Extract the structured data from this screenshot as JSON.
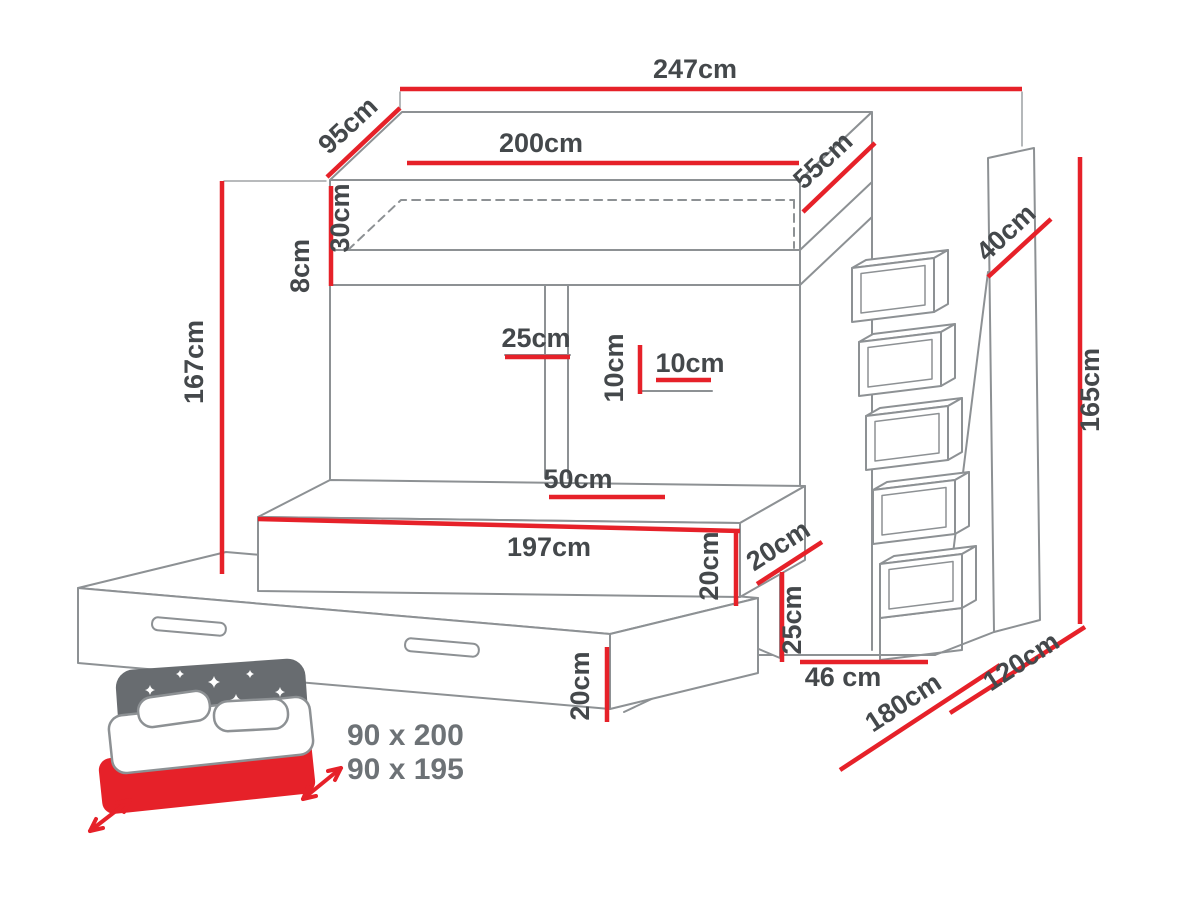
{
  "diagram": {
    "subject": "bunk bed with storage staircase and pull-out trundle bed",
    "type": "dimension-diagram"
  },
  "colors": {
    "dimension_red": "#e62129",
    "outline_gray": "#8d9194",
    "label_gray": "#44484b",
    "icon_gray": "#686c70"
  },
  "dimensions": {
    "top_width": "247cm",
    "top_depth": "95cm",
    "upper_bed_length": "200cm",
    "upper_right_depth": "55cm",
    "upper_rail_height": "30cm",
    "upper_frame_height": "8cm",
    "left_height": "167cm",
    "shelf_width": "25cm",
    "shelf_height_gap": "10cm",
    "shelf_depth": "10cm",
    "shelf_offset": "50cm",
    "middle_bed_length": "197cm",
    "middle_bed_height": "20cm",
    "step_depth": "20cm",
    "step_height": "25cm",
    "stairs_width": "46 cm",
    "panel_top_depth": "40cm",
    "panel_height": "165cm",
    "base_depth": "120cm",
    "base_width": "180cm",
    "trundle_height": "20cm"
  },
  "mattress_sizes": {
    "top": "90 x 200",
    "bottom": "90 x 195"
  }
}
